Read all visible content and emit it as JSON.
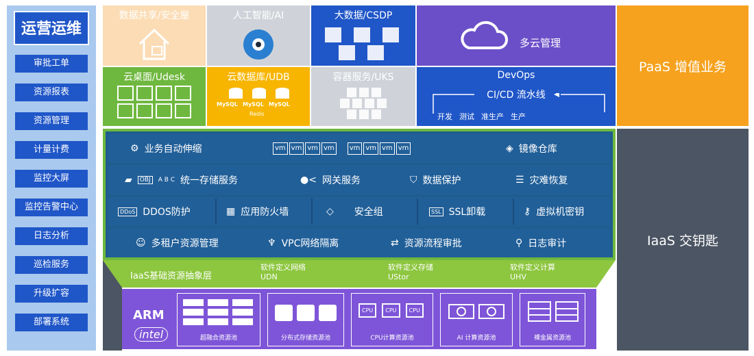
{
  "ops": {
    "title": "运营运维",
    "items": [
      "审批工单",
      "资源报表",
      "资源管理",
      "计量计费",
      "监控大屏",
      "监控告警中心",
      "日志分析",
      "巡检服务",
      "升级扩容",
      "部署系统"
    ]
  },
  "paas": {
    "tiles": [
      {
        "label": "数据共享/安全屋"
      },
      {
        "label": "人工智能/AI"
      },
      {
        "label": "大数据/CSDP"
      },
      {
        "label": "多云管理"
      },
      {
        "label": "云桌面/Udesk"
      },
      {
        "label": "云数据库/UDB",
        "sub": [
          "MySQL",
          "MySQL",
          "MySQL"
        ],
        "redis": "Redis"
      },
      {
        "label": "容器服务/UKS"
      },
      {
        "label": "DevOps",
        "sub": "CI/CD 流水线",
        "stages": [
          "开发",
          "测试",
          "准生产",
          "生产"
        ]
      }
    ],
    "side_label": "PaaS 增值业务"
  },
  "iaas": {
    "side_label": "IaaS 交钥匙",
    "rows": [
      {
        "auto_scale": "业务自动伸缩",
        "vm": [
          "vm",
          "vm",
          "vm",
          "vm",
          "vm",
          "vm",
          "vm",
          "vm"
        ],
        "mirror": "镜像仓库"
      },
      {
        "storage": "统一存储服务",
        "obj": "OBJ",
        "abc": "A B C",
        "gateway": "网关服务",
        "protect": "数据保护",
        "disaster": "灾难恢复"
      },
      {
        "ddos_tag": "DDoS",
        "ddos": "DDOS防护",
        "waf": "应用防火墙",
        "secgroup": "安全组",
        "ssl_tag": "SSL",
        "ssl": "SSL卸载",
        "vkey": "虚拟机密钥"
      },
      {
        "tenant": "多租户资源管理",
        "vpc": "VPC网络隔离",
        "flow": "资源流程审批",
        "log": "日志审计"
      }
    ],
    "abstraction": {
      "label": "IaaS基础资源抽象层",
      "items": [
        {
          "name": "软件定义网络",
          "code": "UDN"
        },
        {
          "name": "软件定义存储",
          "code": "UStor"
        },
        {
          "name": "软件定义计算",
          "code": "UHV"
        }
      ]
    }
  },
  "hardware": {
    "brands": [
      "ARM",
      "intel"
    ],
    "pools": [
      "超融合资源池",
      "分布式存储资源池",
      "CPU计算资源池",
      "AI 计算资源池",
      "裸金属资源池"
    ],
    "cpu_tag": "CPU"
  },
  "colors": {
    "blue": "#1f56c8",
    "orange": "#f6a21e",
    "dark": "#4b5563",
    "green": "#6fb83f",
    "purple": "#7e55d8"
  }
}
